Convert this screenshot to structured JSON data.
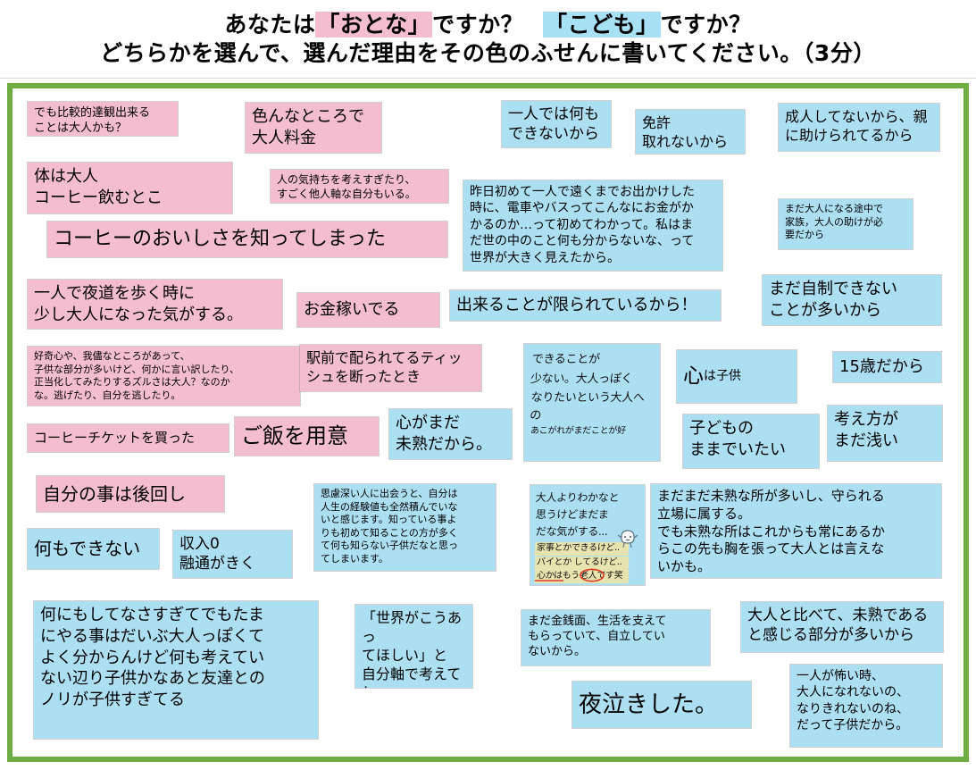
{
  "header": {
    "line1_pre": "あなたは",
    "line1_pink": "「おとな」",
    "line1_mid": "ですか？",
    "line1_blue": "「こども」",
    "line1_end": "ですか？",
    "line2": "どちらかを選んで、選んだ理由をその色のふせんに書いてください。（3分）"
  },
  "colors": {
    "pink": "#f4bdd0",
    "blue": "#addff3",
    "frame_green": "#6fad43",
    "background": "#ffffff",
    "text": "#000000",
    "highlight_yellow": "#e8e4b0",
    "red_marker": "#e03b24"
  },
  "notes": [
    {
      "id": "n01",
      "color": "pink",
      "text": "でも比較的達観出来る\nことは大人かも？"
    },
    {
      "id": "n02",
      "color": "pink",
      "text": "色んなところで\n大人料金"
    },
    {
      "id": "n03",
      "color": "blue",
      "text": "一人では何も\nできないから"
    },
    {
      "id": "n04",
      "color": "blue",
      "text": "免許\n取れないから"
    },
    {
      "id": "n05",
      "color": "blue",
      "text": "成人してないから、親\nに助けられてるから"
    },
    {
      "id": "n06",
      "color": "pink",
      "text": "体は大人\nコーヒー飲むとこ"
    },
    {
      "id": "n07",
      "color": "pink",
      "text": "人の気持ちを考えすぎたり、\nすごく他人軸な自分もいる。"
    },
    {
      "id": "n08",
      "color": "blue",
      "text": "昨日初めて一人で遠くまでお出かけした\n時に、電車やバスってこんなにお金がか\nかるのか…って初めてわかって。私はま\nだ世の中のこと何も分からないな、って\n世界が大きく見えたから。"
    },
    {
      "id": "n09",
      "color": "blue",
      "text": "まだ大人になる途中で\n家族，大人の助けが必\n要だから"
    },
    {
      "id": "n10",
      "color": "pink",
      "text": "コーヒーのおいしさを知ってしまった"
    },
    {
      "id": "n11",
      "color": "pink",
      "text": "一人で夜道を歩く時に\n少し大人になった気がする。"
    },
    {
      "id": "n12",
      "color": "pink",
      "text": "お金稼いでる"
    },
    {
      "id": "n13",
      "color": "blue",
      "text": "出来ることが限られているから！"
    },
    {
      "id": "n14",
      "color": "blue",
      "text": "まだ自制できない\nことが多いから"
    },
    {
      "id": "n15",
      "color": "pink",
      "text": "好奇心や、我儘なところがあって、\n子供な部分が多いけど、何かに言い訳したり、\n正当化してみたりするズルさは大人？なのか\nな。逃げたり、自分を逃したり。"
    },
    {
      "id": "n16",
      "color": "pink",
      "text": "駅前で配られてるティッ\nシュを断ったとき"
    },
    {
      "id": "n17",
      "color": "blue",
      "text": "心は子供",
      "rich": true
    },
    {
      "id": "n18",
      "color": "blue",
      "text": "15歳だから"
    },
    {
      "id": "n19",
      "color": "pink",
      "text": "コーヒーチケットを買った"
    },
    {
      "id": "n20",
      "color": "pink",
      "text": "ご飯を用意"
    },
    {
      "id": "n21",
      "color": "blue",
      "text": "心がまだ\n未熟だから。"
    },
    {
      "id": "n22",
      "color": "blue",
      "text": "子どもの\nままでいたい"
    },
    {
      "id": "n23",
      "color": "blue",
      "text": "考え方が\nまだ浅い"
    },
    {
      "id": "n24",
      "color": "pink",
      "text": "自分の事は後回し"
    },
    {
      "id": "n25",
      "color": "blue",
      "text": "思慮深い人に出会うと、自分は\n人生の経験値も全然積んでいな\nいと感じます。知っている事よ\nりも初めて知ることの方が多く\nて何も知らない子供だなと思っ\nてしまいます。"
    },
    {
      "id": "n26",
      "color": "blue",
      "text": "まだまだ未熟な所が多いし、守られる\n立場に属する。\nでも未熟な所はこれからも常にあるか\nらこの先も胸を張って大人とは言えな\nいかも。"
    },
    {
      "id": "n27",
      "color": "blue",
      "text": "何もできない"
    },
    {
      "id": "n28",
      "color": "blue",
      "text": "収入0\n融通がきく"
    },
    {
      "id": "n29",
      "color": "blue",
      "text": "何にもしてなさすぎてでもたま\nにやる事はだいぶ大人っぽくて\nよく分からんけど何も考えてい\nない辺り子供かなあと友達との\nノリが子供すぎてる"
    },
    {
      "id": "n30",
      "color": "blue",
      "text": "「世界がこうあっ\nてほしい」と\n自分軸で考えてし\nまうから。"
    },
    {
      "id": "n31",
      "color": "blue",
      "text": "まだ金銭面、生活を支えて\nもらっていて、自立してい\nないから。"
    },
    {
      "id": "n32",
      "color": "blue",
      "text": "大人と比べて、未熟である\nと感じる部分が多いから"
    },
    {
      "id": "n33",
      "color": "blue",
      "text": "一人が怖い時、\n大人になれないの、\nなりきれないのね、\nだって子供だから。"
    },
    {
      "id": "n34",
      "color": "blue",
      "text": "夜泣きした。"
    }
  ],
  "handwritten_notes": [
    {
      "id": "h01",
      "color": "blue",
      "lines": [
        "できることが",
        "少ない。大人っぽく",
        "なりたいという大人への",
        "あこがれがまだことが好"
      ]
    },
    {
      "id": "h02",
      "color": "blue",
      "lines": [
        "大人よりわかなと",
        "思うけどまだま",
        "だな気がする..."
      ],
      "highlighted_lines": [
        "家事とかできるけど..",
        "バイとか してるけど..",
        "心かはもう老人です笑"
      ],
      "has_doodle": true,
      "circled_word": "老人"
    }
  ],
  "note_text_fragments": {
    "kokoro_big": "心",
    "kokoro_rest": "は子供"
  }
}
